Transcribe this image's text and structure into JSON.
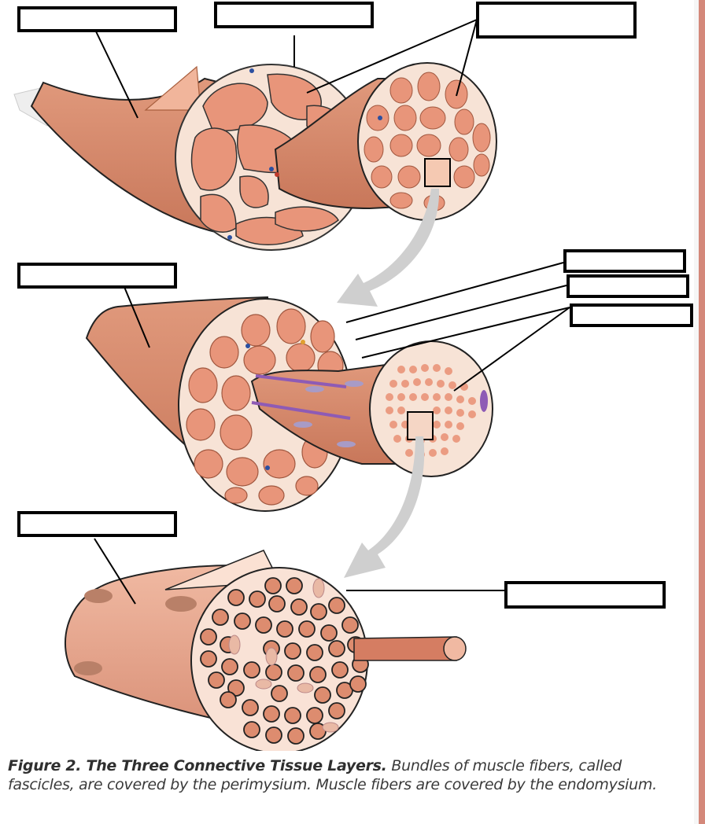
{
  "figure": {
    "number_title": "Figure 2. The Three Connective Tissue Layers.",
    "description": "Bundles of muscle fibers, called fascicles, are covered by the perimysium. Muscle fibers are covered by the endomysium."
  },
  "diagram": {
    "panels": [
      {
        "name": "whole-muscle",
        "depicts": "Muscle cross-section with fascicles"
      },
      {
        "name": "fascicle",
        "depicts": "Fascicle cross-section with muscle fibers"
      },
      {
        "name": "muscle-fiber",
        "depicts": "Muscle fiber with myofibrils"
      }
    ],
    "label_boxes": [
      {
        "id": "box-1",
        "text": ""
      },
      {
        "id": "box-2",
        "text": ""
      },
      {
        "id": "box-3",
        "text": ""
      },
      {
        "id": "box-4",
        "text": ""
      },
      {
        "id": "box-5",
        "text": ""
      },
      {
        "id": "box-6",
        "text": ""
      },
      {
        "id": "box-7",
        "text": ""
      },
      {
        "id": "box-8",
        "text": ""
      },
      {
        "id": "box-9",
        "text": ""
      }
    ]
  },
  "colors": {
    "muscle": "#d98a6e",
    "muscle_dark": "#c97558",
    "fascicle_fill": "#e8957a",
    "connective": "#f7e3d6",
    "arrow": "#cfcfcf",
    "accent_bar": "#d4887a",
    "nerve": "#8e5bb5"
  }
}
